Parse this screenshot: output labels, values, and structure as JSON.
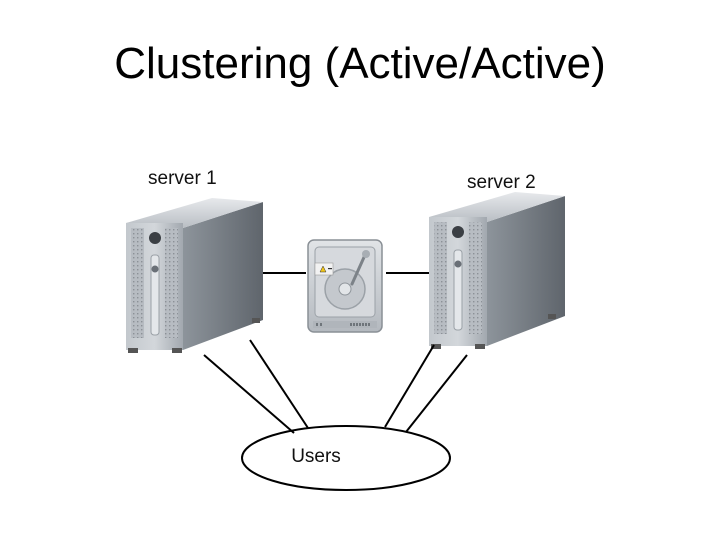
{
  "slide": {
    "title": "Clustering (Active/Active)"
  },
  "diagram": {
    "servers": [
      {
        "label": "server 1",
        "icon": "server-tower-icon"
      },
      {
        "label": "server 2",
        "icon": "server-tower-icon"
      }
    ],
    "shared_storage": {
      "icon": "hard-drive-icon"
    },
    "users": {
      "label": "Users"
    },
    "colors": {
      "server_body": "#a9afb6",
      "server_side": "#6f767d",
      "drive_body": "#c9cdd2",
      "connector": "#000000"
    }
  }
}
